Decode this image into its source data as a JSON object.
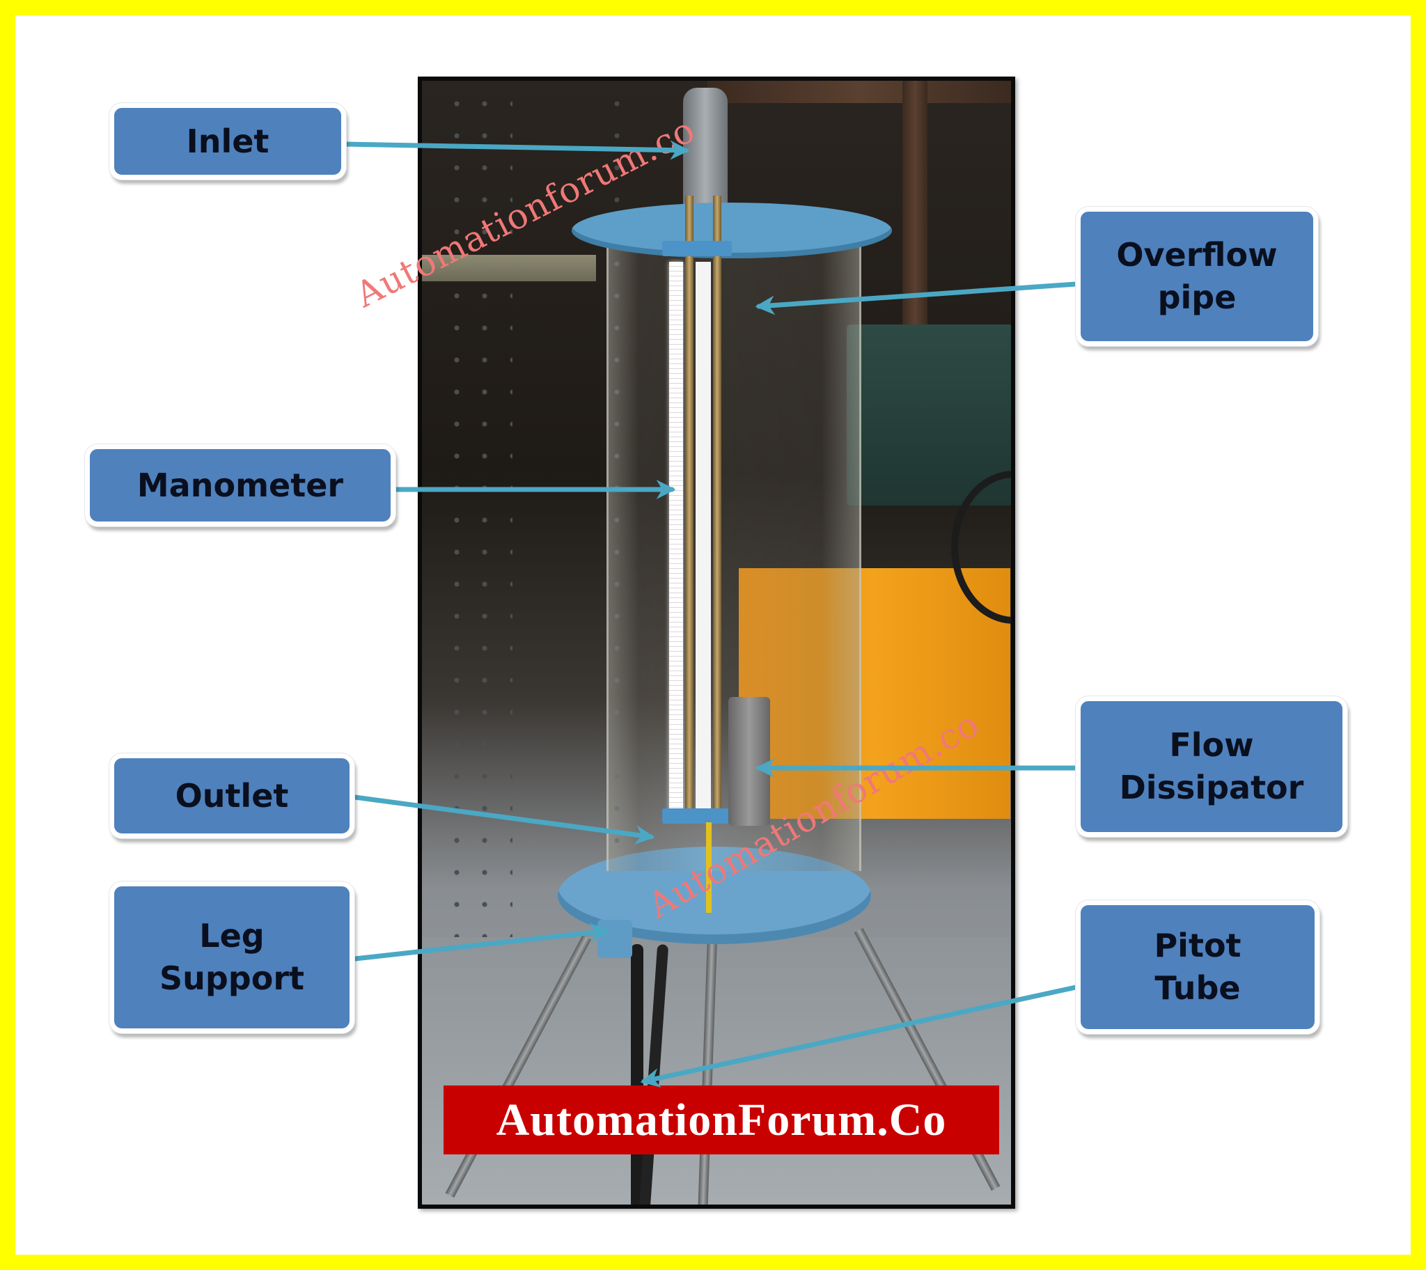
{
  "diagram": {
    "title": "Pitot tube / flow apparatus labeled components",
    "border_color": "#ffff00",
    "label_box_color": "#4f81bd",
    "leader_color": "#4aa8c4",
    "watermark_color": "#f07878",
    "labels": [
      {
        "id": "inlet",
        "lines": [
          "Inlet"
        ],
        "side": "left"
      },
      {
        "id": "overflow-pipe",
        "lines": [
          "Overflow",
          "pipe"
        ],
        "side": "right"
      },
      {
        "id": "manometer",
        "lines": [
          "Manometer"
        ],
        "side": "left"
      },
      {
        "id": "outlet",
        "lines": [
          "Outlet"
        ],
        "side": "left"
      },
      {
        "id": "flow-dissipator",
        "lines": [
          "Flow",
          "Dissipator"
        ],
        "side": "right"
      },
      {
        "id": "leg-support",
        "lines": [
          "Leg",
          "Support"
        ],
        "side": "left"
      },
      {
        "id": "pitot-tube",
        "lines": [
          "Pitot",
          "Tube"
        ],
        "side": "right"
      }
    ],
    "watermarks": [
      "Automationforum.co",
      "Automationforum.co"
    ],
    "banner": {
      "text": "AutomationForum.Co",
      "color": "#c90000"
    }
  }
}
